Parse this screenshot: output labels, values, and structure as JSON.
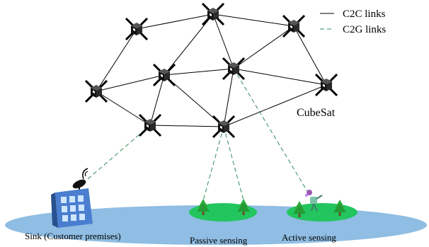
{
  "legend": {
    "c2c": "C2C links",
    "c2g": "C2G links"
  },
  "labels": {
    "cubesat": "CubeSat",
    "sink": "Sink (Customer premises)",
    "passive": "Passive sensing",
    "active": "Active sensing"
  },
  "colors": {
    "c2c_link": "#000000",
    "c2g_link": "#2e8b57",
    "ground": "#8fbde3",
    "patch": "#22c55e",
    "tree": "#2fae3e",
    "building": "#4a7fd0"
  },
  "icons": {
    "satellite": "cubesat-icon",
    "sink": "office-building-with-dish-icon",
    "tree": "pine-tree-icon",
    "active_sensor": "robot-sensor-icon"
  }
}
